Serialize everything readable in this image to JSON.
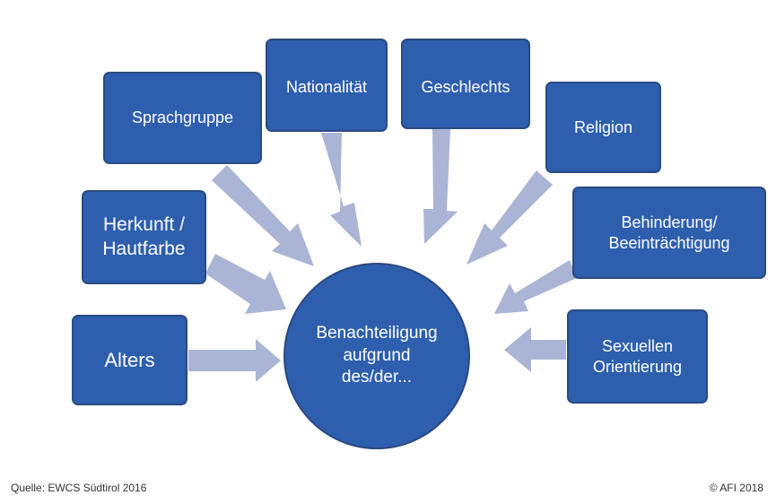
{
  "diagram": {
    "center_label": "Benachteiligung\naufgrund\ndes/der...",
    "arrow_color": "#aab5d5",
    "box_color": "#2e5fae",
    "factors": {
      "alters": "Alters",
      "herkunft": "Herkunft /\nHautfarbe",
      "sprachgruppe": "Sprachgruppe",
      "nationalitaet": "Nationalität",
      "geschlechts": "Geschlechts",
      "religion": "Religion",
      "behinderung": "Behinderung/\nBeeinträchtigung",
      "sexuellen": "Sexuellen\nOrientierung"
    }
  },
  "footer": {
    "source": "Quelle: EWCS Südtirol 2016",
    "copyright": "© AFI 2018"
  }
}
